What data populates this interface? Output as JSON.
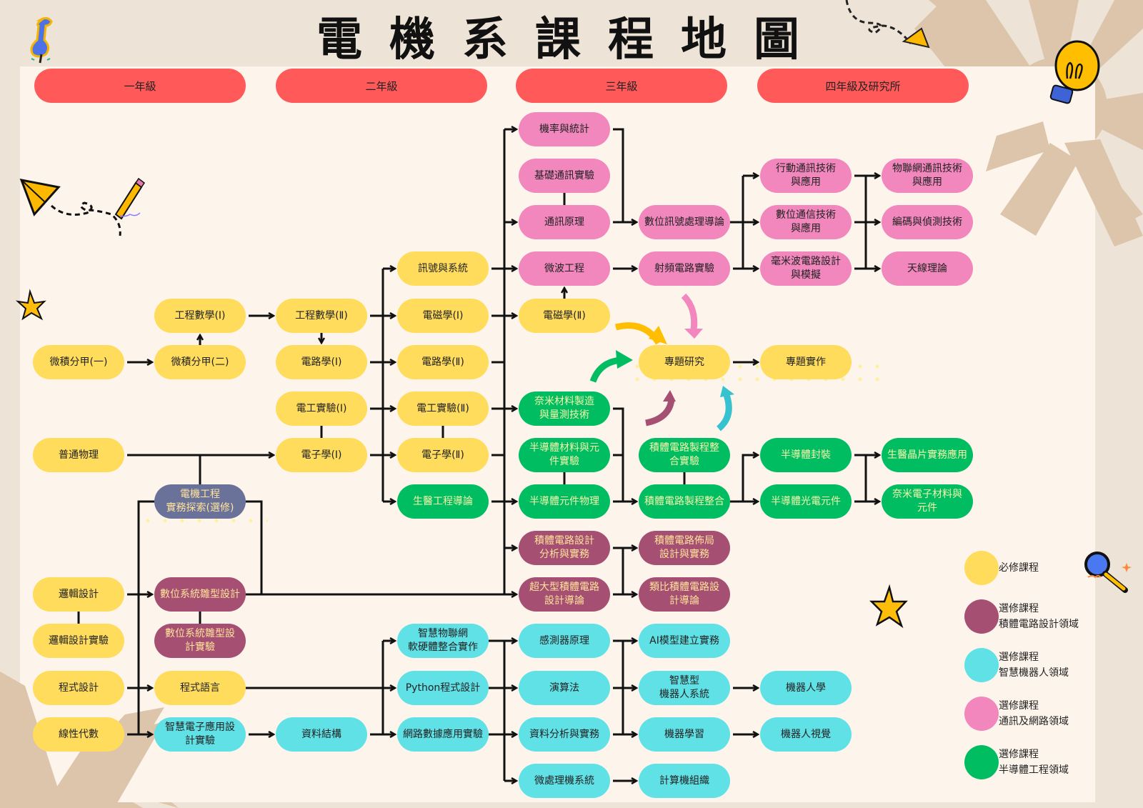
{
  "title": "電機系課程地圖",
  "years": [
    "一年級",
    "二年級",
    "三年級",
    "四年級及研究所"
  ],
  "colors": {
    "required": "#ffdc5c",
    "ic_design": "#a54f72",
    "smart_robot": "#5fe1e6",
    "comm_network": "#f187bd",
    "semiconductor": "#01bd62",
    "intro_elective": "#6b7299",
    "year_header": "#ff5959",
    "background": "#ede3d6",
    "panel": "#fdf5ec"
  },
  "courses": {
    "calc1": "微積分甲(一)",
    "calc2": "微積分甲(二)",
    "engmath1": "工程數學(Ⅰ)",
    "physics": "普通物理",
    "intro": "電機工程\n實務探索(選修)",
    "logic": "邏輯設計",
    "logiclab": "邏輯設計實驗",
    "prog": "程式設計",
    "linalg": "線性代數",
    "dsp_proto": "數位系統雛型設計",
    "dsp_proto_lab": "數位系統雛型設\n計實驗",
    "proglang": "程式語言",
    "smartelec": "智慧電子應用設\n計實驗",
    "engmath2": "工程數學(Ⅱ)",
    "circuit1": "電路學(Ⅰ)",
    "eelab1": "電工實驗(Ⅰ)",
    "electronics1": "電子學(Ⅰ)",
    "datastruct": "資料結構",
    "signals": "訊號與系統",
    "em1": "電磁學(Ⅰ)",
    "circuit2": "電路學(Ⅱ)",
    "eelab2": "電工實驗(Ⅱ)",
    "electronics2": "電子學(Ⅱ)",
    "biomed": "生醫工程導論",
    "iot_hw": "智慧物聯網\n軟硬體整合實作",
    "python": "Python程式設計",
    "netdata": "網路數據應用實驗",
    "prob": "機率與統計",
    "commlab": "基礎通訊實驗",
    "commprin": "通訊原理",
    "microwave": "微波工程",
    "em2": "電磁學(Ⅱ)",
    "nano": "奈米材料製造\n與量測技術",
    "semilab": "半導體材料與元\n件實驗",
    "semiphys": "半導體元件物理",
    "icdesign": "積體電路設計\n分析與實務",
    "vlsi": "超大型積體電路\n設計導論",
    "sensor": "感測器原理",
    "algo": "演算法",
    "dataanalysis": "資料分析與實務",
    "microproc": "微處理機系統",
    "dsp_intro": "數位訊號處理導論",
    "rflab": "射頻電路實驗",
    "project": "專題研究",
    "icproc_lab": "積體電路製程整\n合實驗",
    "icproc": "積體電路製程整合",
    "iclayout": "積體電路佈局\n設計與實務",
    "analogic": "類比積體電路設\n計導論",
    "aimodel": "AI模型建立實務",
    "smartrobot": "智慧型\n機器人系統",
    "ml": "機器學習",
    "comporg": "計算機組織",
    "mobile": "行動通訊技術\n與應用",
    "digcomm": "數位通信技術\n與應用",
    "mmwave": "毫米波電路設計\n與模擬",
    "implement": "專題實作",
    "packaging": "半導體封裝",
    "optoelec": "半導體光電元件",
    "robotics": "機器人學",
    "robovision": "機器人視覺",
    "iotcomm": "物聯網通訊技術\n與應用",
    "coding": "編碼與偵測技術",
    "antenna": "天線理論",
    "biochip": "生醫晶片實務應用",
    "nanoelec": "奈米電子材料與\n元件"
  },
  "legend": [
    {
      "label": "必修課程",
      "color": "#ffdc5c"
    },
    {
      "label": "選修課程\n積體電路設計領域",
      "color": "#a54f72"
    },
    {
      "label": "選修課程\n智慧機器人領域",
      "color": "#5fe1e6"
    },
    {
      "label": "選修課程\n通訊及網路領域",
      "color": "#f187bd"
    },
    {
      "label": "選修課程\n半導體工程領域",
      "color": "#01bd62"
    }
  ],
  "decorations": [
    "pushpin-icon",
    "paper-plane-icon",
    "pencil-icon",
    "star-icon",
    "lightbulb-icon",
    "magnifier-icon"
  ]
}
